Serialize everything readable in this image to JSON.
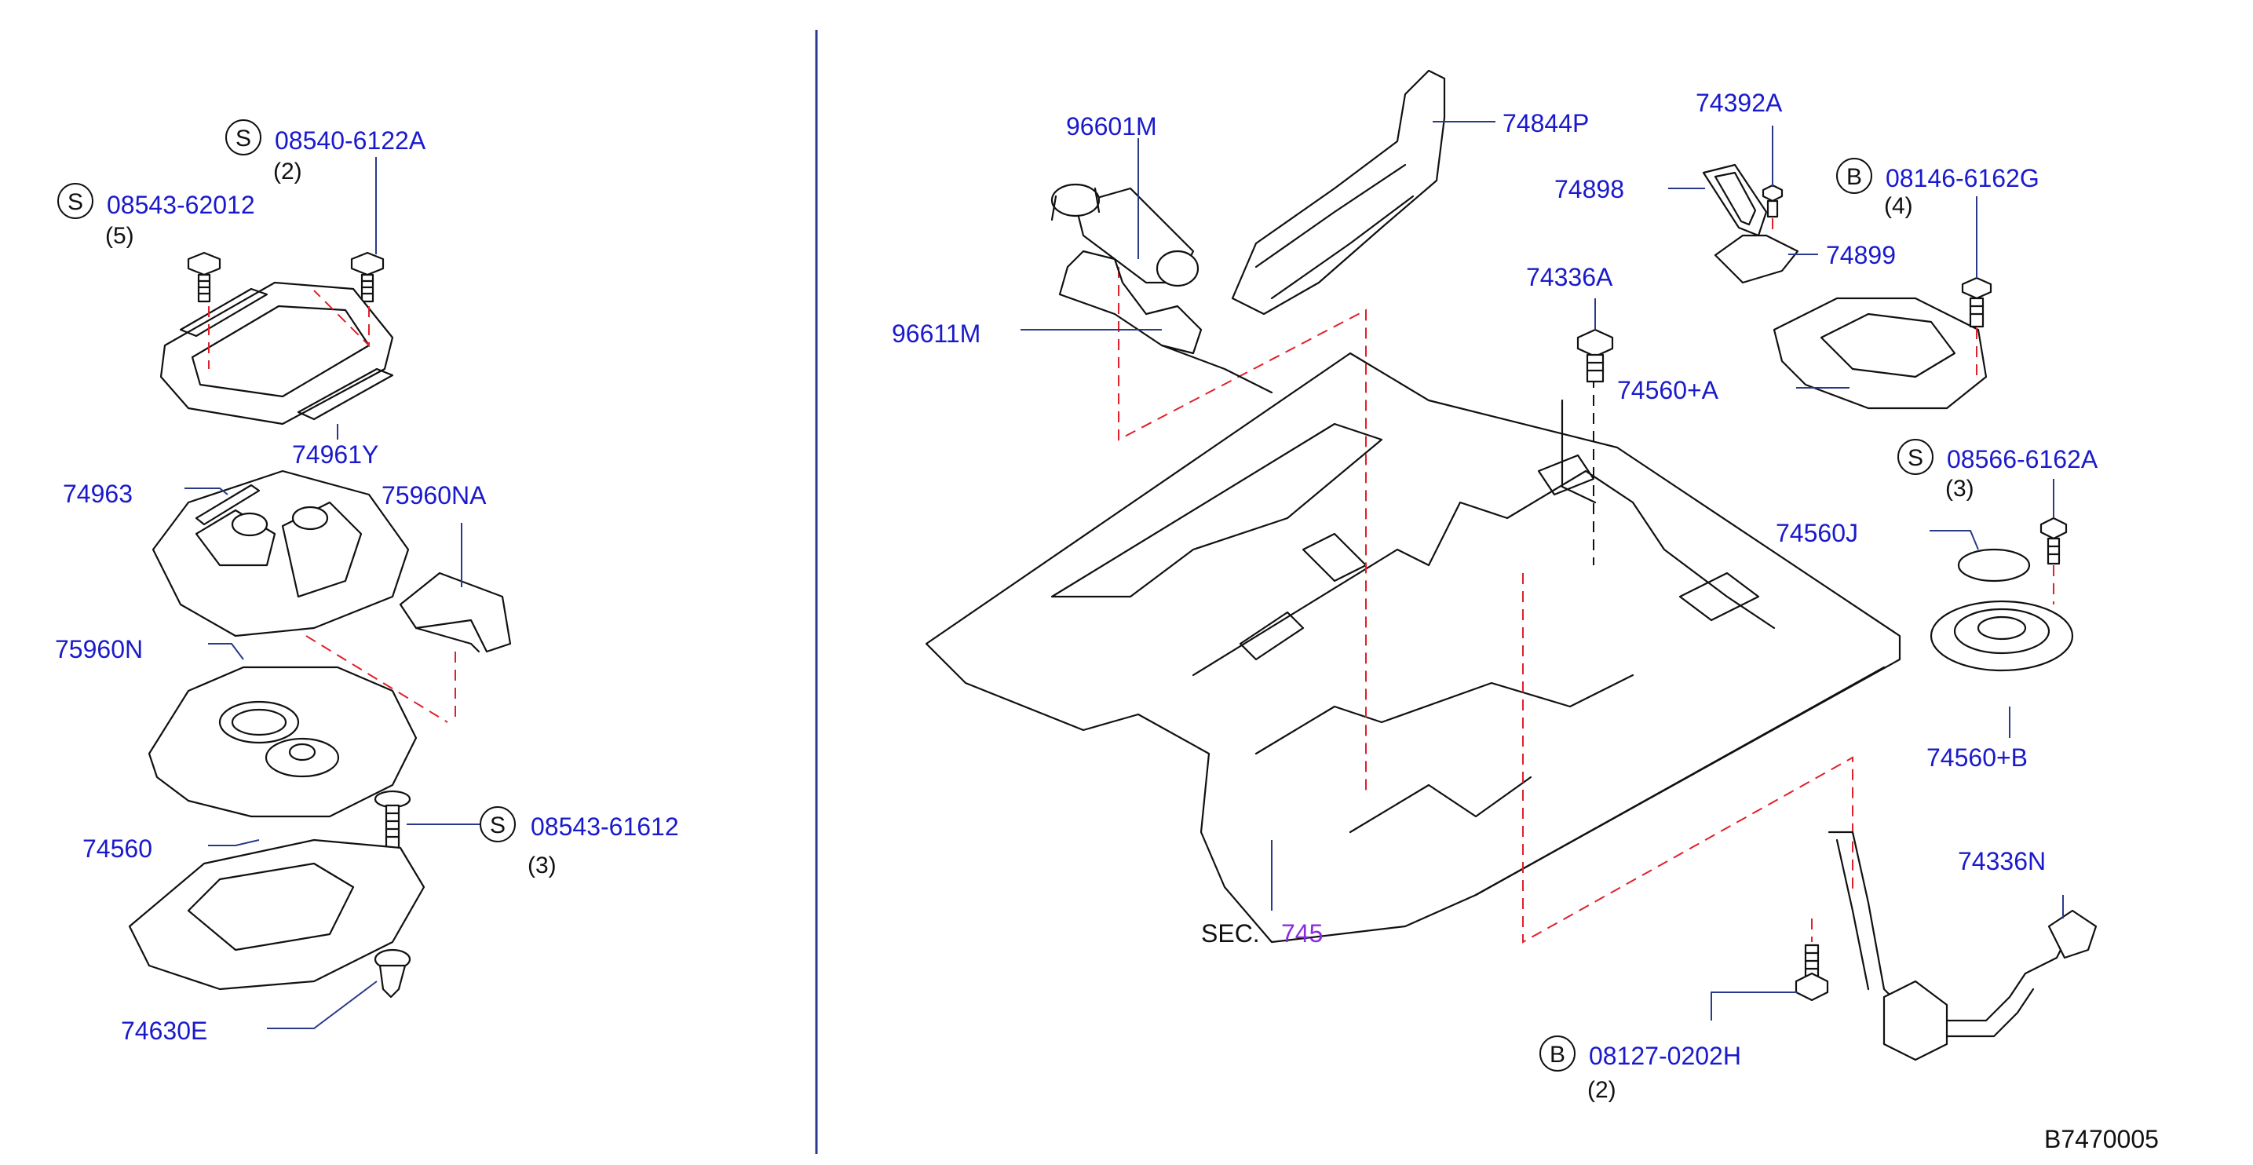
{
  "labels": {
    "p08540": "08540-6122A",
    "p08540_qty": "(2)",
    "p08543a": "08543-62012",
    "p08543a_qty": "(5)",
    "p74961Y": "74961Y",
    "p74963": "74963",
    "p75960NA": "75960NA",
    "p75960N": "75960N",
    "p08543b": "08543-61612",
    "p08543b_qty": "(3)",
    "p74560": "74560",
    "p74630E": "74630E",
    "p96601M": "96601M",
    "p96611M": "96611M",
    "p74844P": "74844P",
    "p74392A": "74392A",
    "p74898": "74898",
    "p74899": "74899",
    "p08146": "08146-6162G",
    "p08146_qty": "(4)",
    "p74336A": "74336A",
    "p74560A": "74560+A",
    "p08566": "08566-6162A",
    "p08566_qty": "(3)",
    "p74560J": "74560J",
    "p74560B": "74560+B",
    "p74336N": "74336N",
    "p08127": "08127-0202H",
    "p08127_qty": "(2)",
    "sec_prefix": "SEC.",
    "sec_num": "745",
    "drawing_id": "B7470005"
  },
  "markers": {
    "screw": "S",
    "bolt": "B"
  },
  "colors": {
    "part_number": "#1a1acc",
    "section_ref": "#8a2be2",
    "dashed_guide": "#e0202a",
    "leader": "#2a3a8a"
  }
}
